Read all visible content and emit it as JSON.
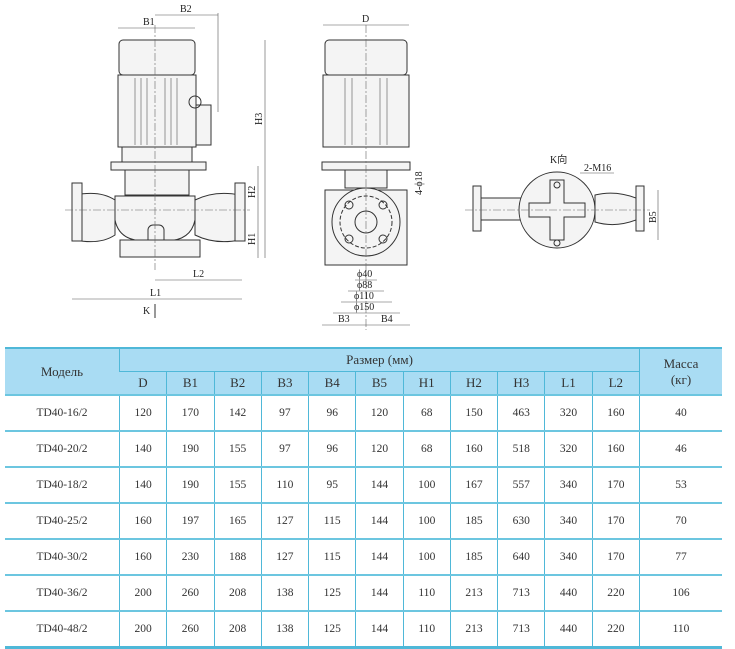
{
  "drawing": {
    "front_labels": {
      "b1": "B1",
      "b2": "B2",
      "h1": "H1",
      "h2": "H2",
      "h3": "H3",
      "l1": "L1",
      "l2": "L2",
      "k": "K"
    },
    "side_labels": {
      "d": "D",
      "holes": "4-ϕ18",
      "phi40": "ϕ40",
      "phi88": "ϕ88",
      "phi110": "ϕ110",
      "phi150": "ϕ150",
      "b3": "B3",
      "b4": "B4"
    },
    "top_labels": {
      "k_view": "K向",
      "bolts": "2-M16",
      "b5": "B5"
    }
  },
  "table": {
    "model_header": "Модель",
    "size_header": "Размер (мм)",
    "mass_header_1": "Масса",
    "mass_header_2": "(кг)",
    "columns": [
      "D",
      "B1",
      "B2",
      "B3",
      "B4",
      "B5",
      "H1",
      "H2",
      "H3",
      "L1",
      "L2"
    ],
    "rows": [
      {
        "model": "TD40-16/2",
        "values": [
          "120",
          "170",
          "142",
          "97",
          "96",
          "120",
          "68",
          "150",
          "463",
          "320",
          "160"
        ],
        "mass": "40"
      },
      {
        "model": "TD40-20/2",
        "values": [
          "140",
          "190",
          "155",
          "97",
          "96",
          "120",
          "68",
          "160",
          "518",
          "320",
          "160"
        ],
        "mass": "46"
      },
      {
        "model": "TD40-18/2",
        "values": [
          "140",
          "190",
          "155",
          "110",
          "95",
          "144",
          "100",
          "167",
          "557",
          "340",
          "170"
        ],
        "mass": "53"
      },
      {
        "model": "TD40-25/2",
        "values": [
          "160",
          "197",
          "165",
          "127",
          "115",
          "144",
          "100",
          "185",
          "630",
          "340",
          "170"
        ],
        "mass": "70"
      },
      {
        "model": "TD40-30/2",
        "values": [
          "160",
          "230",
          "188",
          "127",
          "115",
          "144",
          "100",
          "185",
          "640",
          "340",
          "170"
        ],
        "mass": "77"
      },
      {
        "model": "TD40-36/2",
        "values": [
          "200",
          "260",
          "208",
          "138",
          "125",
          "144",
          "110",
          "213",
          "713",
          "440",
          "220"
        ],
        "mass": "106"
      },
      {
        "model": "TD40-48/2",
        "values": [
          "200",
          "260",
          "208",
          "138",
          "125",
          "144",
          "110",
          "213",
          "713",
          "440",
          "220"
        ],
        "mass": "110"
      }
    ]
  }
}
